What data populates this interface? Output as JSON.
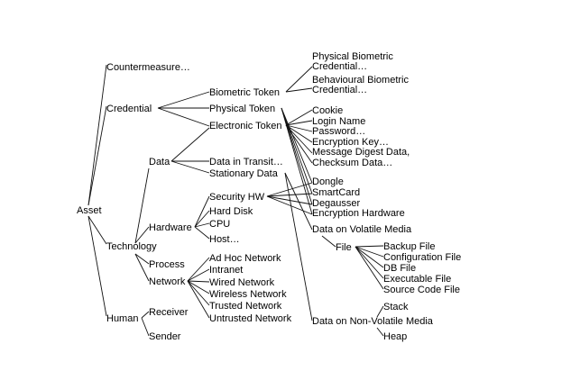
{
  "diagram": {
    "nodes": {
      "asset": "Asset",
      "countermeasure": "Countermeasure…",
      "credential": "Credential",
      "technology": "Technology",
      "human": "Human",
      "biometric_token": "Biometric Token",
      "physical_token": "Physical Token",
      "electronic_token": "Electronic Token",
      "physical_biometric_1": "Physical Biometric",
      "physical_biometric_2": "Credential…",
      "behavioural_biometric_1": "Behavioural Biometric",
      "behavioural_biometric_2": "Credential…",
      "cookie": "Cookie",
      "login_name": "Login Name",
      "password": "Password…",
      "encryption_key": "Encryption Key…",
      "message_digest_1": "Message Digest Data,",
      "message_digest_2": "Checksum Data…",
      "dongle": "Dongle",
      "smartcard": "SmartCard",
      "degausser": "Degausser",
      "encryption_hardware": "Encryption Hardware",
      "data": "Data",
      "data_in_transit": "Data in Transit…",
      "stationary_data": "Stationary Data",
      "hardware": "Hardware",
      "security_hw": "Security HW",
      "hard_disk": "Hard Disk",
      "cpu": "CPU",
      "host": "Host…",
      "data_volatile": "Data on Volatile Media",
      "file": "File",
      "backup_file": "Backup File",
      "configuration_file": "Configuration File",
      "db_file": "DB File",
      "executable_file": "Executable File",
      "source_code_file": "Source Code File",
      "process": "Process",
      "network": "Network",
      "ad_hoc_network": "Ad Hoc Network",
      "intranet": "Intranet",
      "wired_network": "Wired Network",
      "wireless_network": "Wireless Network",
      "trusted_network": "Trusted Network",
      "untrusted_network": "Untrusted Network",
      "receiver": "Receiver",
      "sender": "Sender",
      "data_non_volatile": "Data on Non-Volatile Media",
      "stack": "Stack",
      "heap": "Heap"
    }
  }
}
